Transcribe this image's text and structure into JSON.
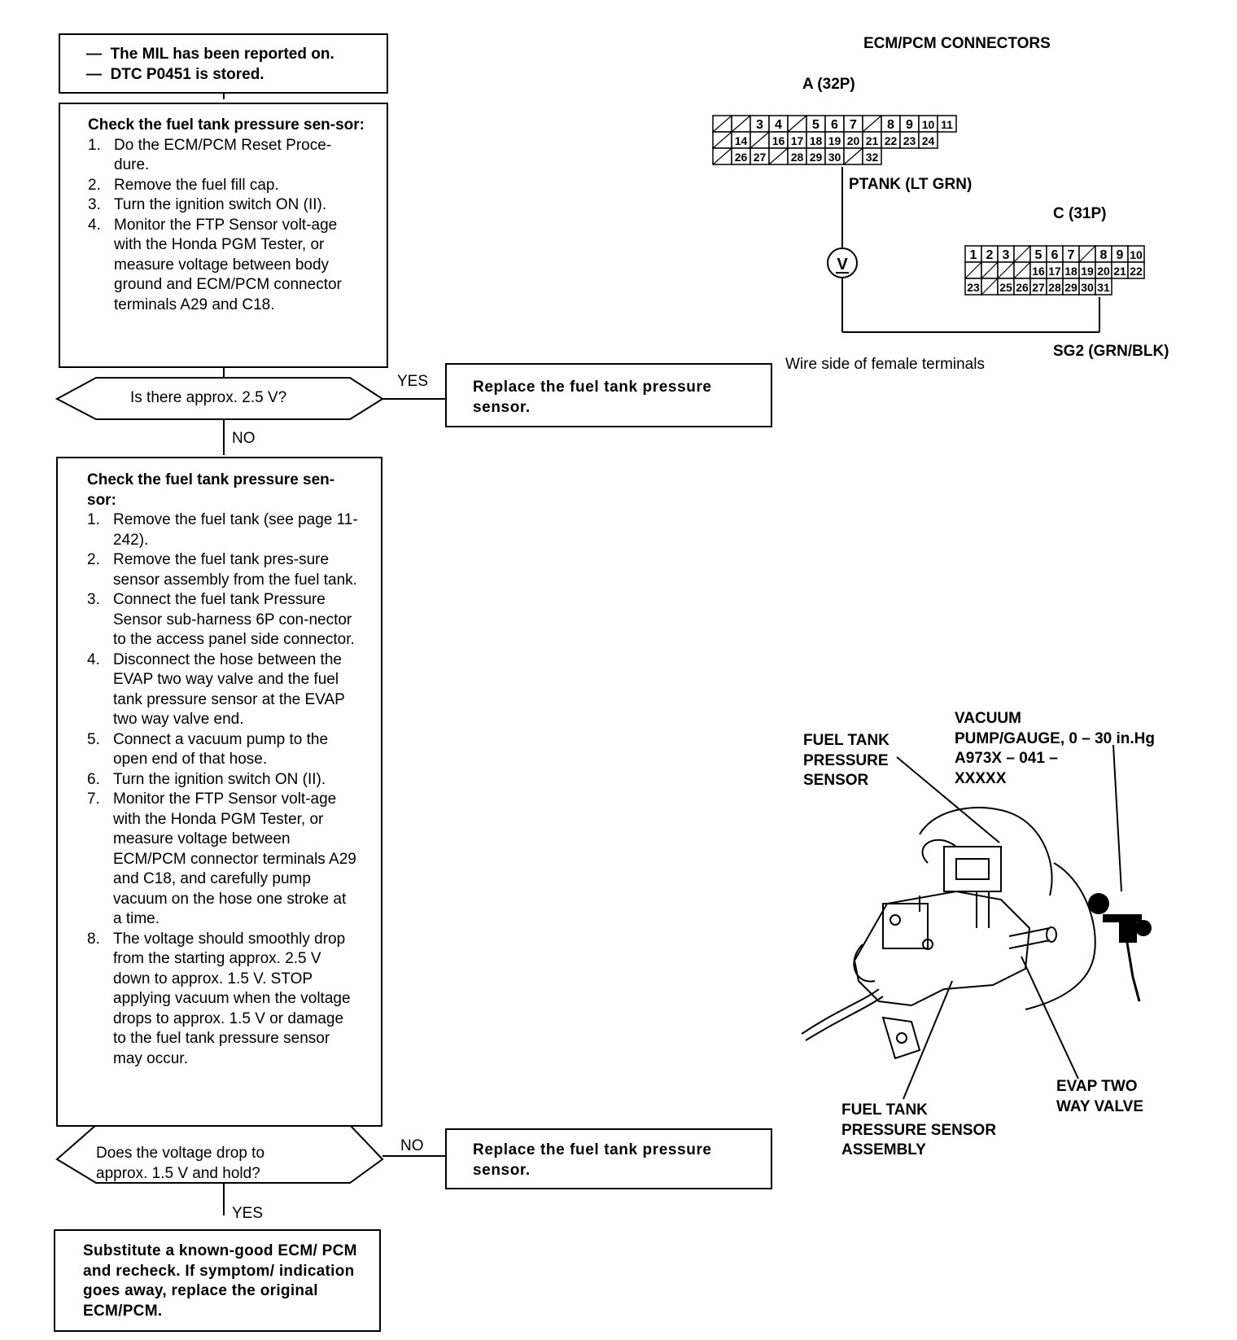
{
  "flow": {
    "start": {
      "lines": [
        "The MIL has been reported on.",
        "DTC P0451 is stored."
      ]
    },
    "check1": {
      "title": "Check the fuel tank pressure sen-sor:",
      "steps": [
        "Do the ECM/PCM Reset Proce-dure.",
        "Remove the fuel fill cap.",
        "Turn the ignition switch ON (II).",
        "Monitor the FTP Sensor volt-age with the Honda PGM Tester, or measure voltage between body ground and ECM/PCM connector terminals A29 and C18."
      ]
    },
    "decision1": {
      "question": "Is there approx. 2.5 V?",
      "yes_label": "YES",
      "no_label": "NO"
    },
    "result1": "Replace the fuel tank pressure sensor.",
    "check2": {
      "title": "Check the fuel tank pressure sen-sor:",
      "steps": [
        "Remove the fuel tank (see page 11-242).",
        "Remove the fuel tank pres-sure sensor assembly from the fuel tank.",
        "Connect the fuel tank Pressure Sensor sub-harness 6P con-nector to the access panel side connector.",
        "Disconnect the hose between the EVAP two way valve and the fuel tank pressure sensor at the EVAP two way valve end.",
        "Connect a vacuum pump to the open end of that hose.",
        "Turn the ignition switch ON (II).",
        "Monitor the FTP Sensor volt-age with the Honda PGM Tester, or measure voltage between ECM/PCM connector terminals A29 and C18, and carefully pump vacuum on the hose one stroke at a time.",
        "The voltage should smoothly drop from the starting approx. 2.5 V down to approx. 1.5 V. STOP applying vacuum when the voltage drops to approx. 1.5 V or damage to the fuel tank pressure sensor may occur."
      ]
    },
    "decision2": {
      "question": "Does the voltage drop to approx. 1.5 V and hold?",
      "no_label": "NO",
      "yes_label": "YES"
    },
    "result2": "Replace the fuel tank pressure sensor.",
    "final": "Substitute a known-good ECM/ PCM and recheck. If symptom/ indication goes away, replace the original ECM/PCM."
  },
  "connectors": {
    "title": "ECM/PCM CONNECTORS",
    "a_label": "A (32P)",
    "c_label": "C (31P)",
    "ptank": "PTANK (LT GRN)",
    "sg2": "SG2 (GRN/BLK)",
    "wire_side": "Wire side of female terminals",
    "meter": "V",
    "a_rows": [
      [
        "",
        "",
        "3",
        "4",
        "",
        "5",
        "6",
        "7",
        "",
        "8",
        "9",
        "10",
        "11"
      ],
      [
        "",
        "14",
        "",
        "16",
        "17",
        "18",
        "19",
        "20",
        "21",
        "22",
        "23",
        "24"
      ],
      [
        "",
        "26",
        "27",
        "",
        "28",
        "29",
        "30",
        "",
        "32"
      ]
    ],
    "c_rows": [
      [
        "1",
        "2",
        "3",
        "",
        "5",
        "6",
        "7",
        "",
        "8",
        "9",
        "10"
      ],
      [
        "",
        "",
        "",
        "",
        "16",
        "17",
        "18",
        "19",
        "20",
        "21",
        "22"
      ],
      [
        "23",
        "",
        "25",
        "26",
        "27",
        "28",
        "29",
        "30",
        "31"
      ]
    ]
  },
  "illustration": {
    "vacuum_label": "VACUUM PUMP/GAUGE, 0 – 30 in.Hg A973X – 041 – XXXXX",
    "vacuum_lines": [
      "VACUUM",
      "PUMP/GAUGE, 0 – 30 in.Hg",
      "A973X – 041 –",
      "XXXXX"
    ],
    "sensor_lines": [
      "FUEL TANK",
      "PRESSURE",
      "SENSOR"
    ],
    "assembly_lines": [
      "FUEL TANK",
      "PRESSURE SENSOR",
      "ASSEMBLY"
    ],
    "valve_lines": [
      "EVAP TWO",
      "WAY VALVE"
    ]
  }
}
